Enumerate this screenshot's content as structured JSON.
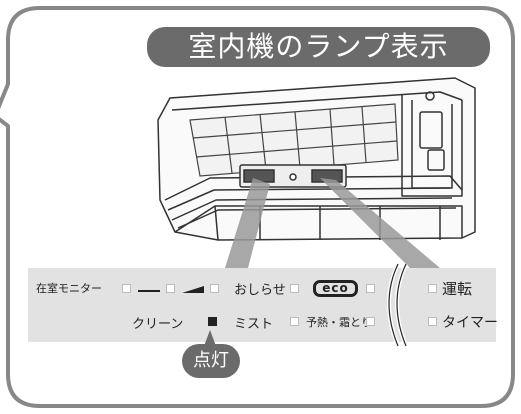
{
  "title": "室内機のランプ表示",
  "lamps": {
    "room_monitor": "在室モニター",
    "notification": "おしらせ",
    "eco": "eco",
    "clean": "クリーン",
    "mist": "ミスト",
    "preheat_defrost": "予熱・霜とり",
    "operation": "運転",
    "timer": "タイマー"
  },
  "indicator_state": {
    "clean": "on"
  },
  "badge": "点灯",
  "colors": {
    "banner": "#6b6b6b",
    "panel": "#e2e2e2",
    "lit": "#222222"
  }
}
